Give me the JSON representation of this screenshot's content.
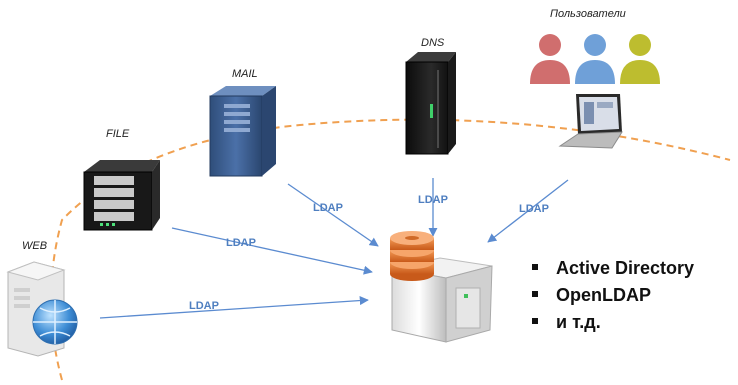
{
  "nodes": {
    "web": "WEB",
    "file": "FILE",
    "mail": "MAIL",
    "dns": "DNS",
    "users": "Пользователи"
  },
  "connector_label": "LDAP",
  "bullets": [
    "Active Directory",
    "OpenLDAP",
    "и т.д."
  ],
  "colors": {
    "ldap_arrow": "#5b8bd0",
    "orbit_dash": "#f0a050",
    "server_dark": "#1e1e1e",
    "mail_blue": "#3d5f91",
    "db_orange": "#e8772e"
  }
}
